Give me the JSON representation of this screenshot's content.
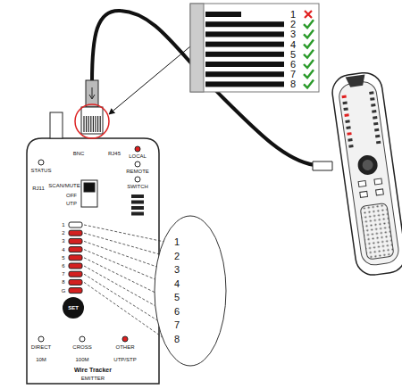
{
  "diagram": {
    "nodes": [
      {
        "text": [
          "1",
          "2",
          "3",
          "4",
          "5",
          "6",
          "7",
          "8"
        ]
      },
      {
        "text": [
          "BNC",
          "RJ45",
          "LOCAL",
          "STATUS",
          "REMOTE",
          "RJ11",
          "SCAN/MUTE",
          "OFF",
          "UTP",
          "SWITCH",
          "1",
          "2",
          "3",
          "4",
          "5",
          "6",
          "7",
          "8",
          "G",
          "SET",
          "DIRECT",
          "CROSS",
          "OTHER",
          "10M",
          "100M",
          "UTP/STP",
          "Wire Tracker",
          "EMITTER"
        ]
      },
      {
        "text": [
          "1",
          "2",
          "3",
          "4",
          "5",
          "6",
          "7",
          "8"
        ]
      }
    ]
  }
}
